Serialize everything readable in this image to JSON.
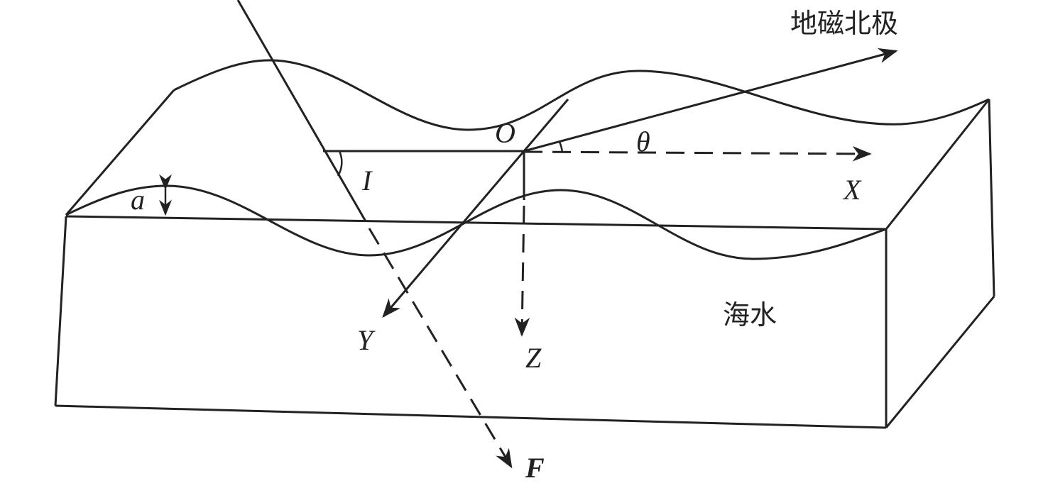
{
  "labels": {
    "north": "地磁北极",
    "origin": "O",
    "theta": "θ",
    "x_axis": "X",
    "y_axis": "Y",
    "z_axis": "Z",
    "inclination": "I",
    "amplitude": "a",
    "field": "F",
    "seawater": "海水"
  },
  "colors": {
    "stroke": "#222222",
    "background": "#ffffff"
  }
}
